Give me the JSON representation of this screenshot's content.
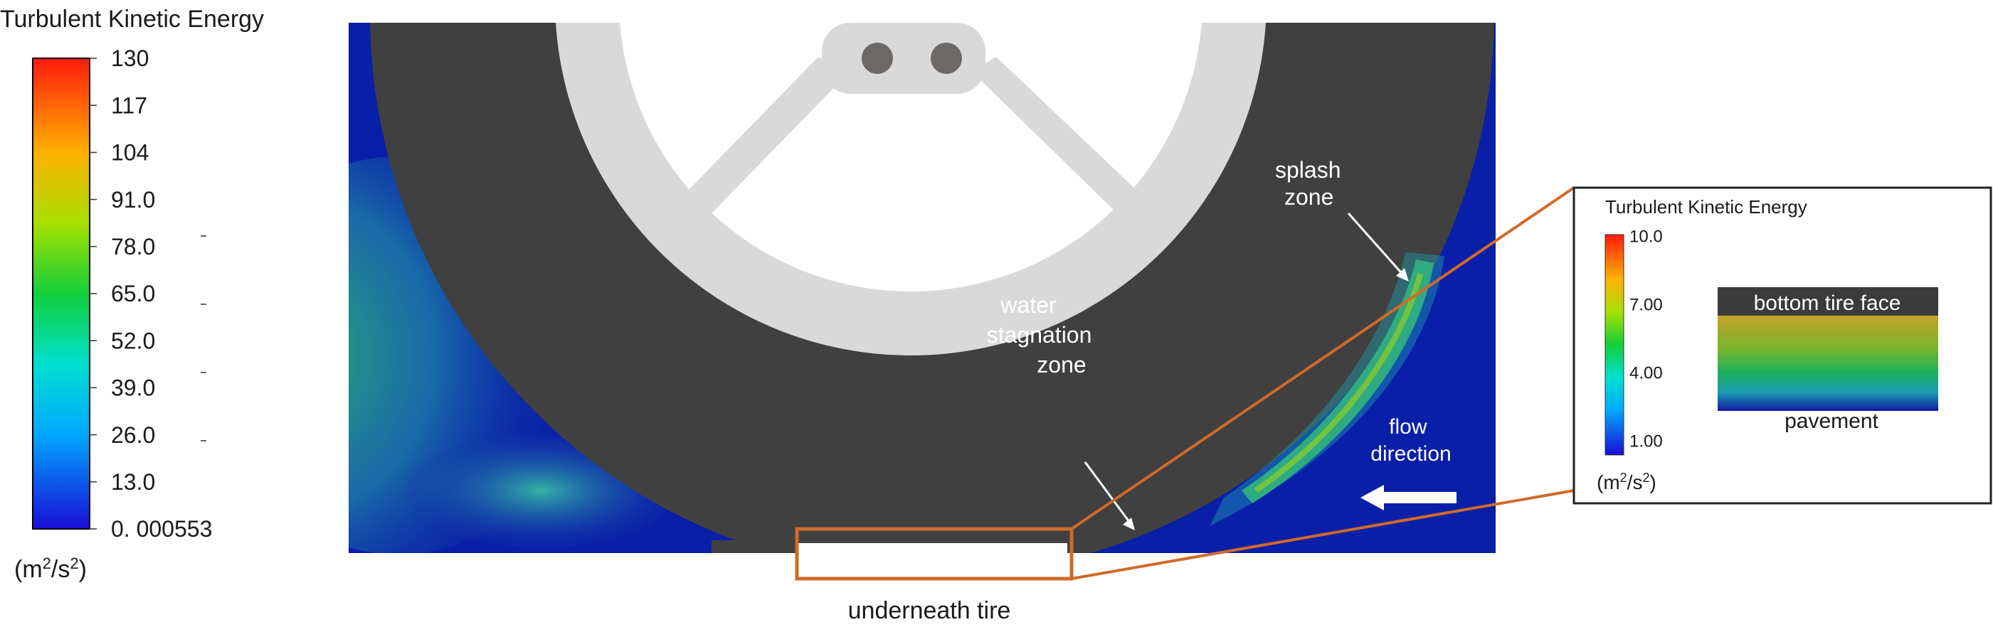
{
  "main_legend": {
    "title": "Turbulent Kinetic Energy",
    "ticks": [
      "130",
      "117",
      "104",
      "91.0",
      "78.0",
      "65.0",
      "52.0",
      "39.0",
      "26.0",
      "13.0",
      "0. 000553"
    ],
    "unit_base": "(m",
    "unit_exp": "2",
    "unit_mid": "/s",
    "unit_exp2": "2",
    "unit_end": ")"
  },
  "annotations": {
    "splash_line1": "splash",
    "splash_line2": "zone",
    "stagnation_line1": "water",
    "stagnation_line2": "stagnation",
    "stagnation_line3": "zone",
    "flow_line1": "flow",
    "flow_line2": "direction",
    "underneath": "underneath tire"
  },
  "inset": {
    "title": "Turbulent Kinetic Energy",
    "ticks": [
      "10.0",
      "7.00",
      "4.00",
      "1.00"
    ],
    "unit_base": "(m",
    "unit_exp": "2",
    "unit_mid": "/s",
    "unit_exp2": "2",
    "unit_end": ")",
    "top_label": "bottom tire face",
    "bottom_label": "pavement"
  },
  "colors": {
    "background_flow": "#0a1fa8",
    "tire": "#404040",
    "rim": "#d9d9d9",
    "highlight": "#d06a2a"
  }
}
